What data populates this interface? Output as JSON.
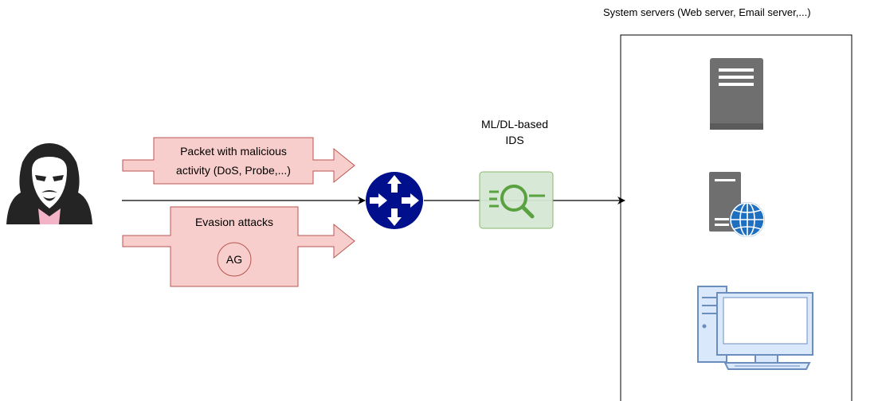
{
  "servers_caption": "System servers (Web server, Email server,...)",
  "ids_label_line1": "ML/DL-based",
  "ids_label_line2": "IDS",
  "malicious_label_line1": "Packet with malicious",
  "malicious_label_line2": "activity (DoS, Probe,...)",
  "evasion_label": "Evasion attacks",
  "ag_label": "AG",
  "colors": {
    "arrow_fill": "#f8cecc",
    "arrow_stroke": "#b85450",
    "router_fill": "#000f8b",
    "ids_fill": "#d5e8d4",
    "ids_stroke": "#82b366",
    "ids_icon": "#5aa13f",
    "server_gray": "#6f6f6f",
    "globe_blue": "#1f6fc0",
    "pc_stroke": "#6c8ebf",
    "pc_fill": "#dae8fc"
  },
  "icons": [
    "hacker-icon",
    "router-icon",
    "ids-magnifier-icon",
    "server-icon",
    "web-server-icon",
    "desktop-pc-icon"
  ]
}
